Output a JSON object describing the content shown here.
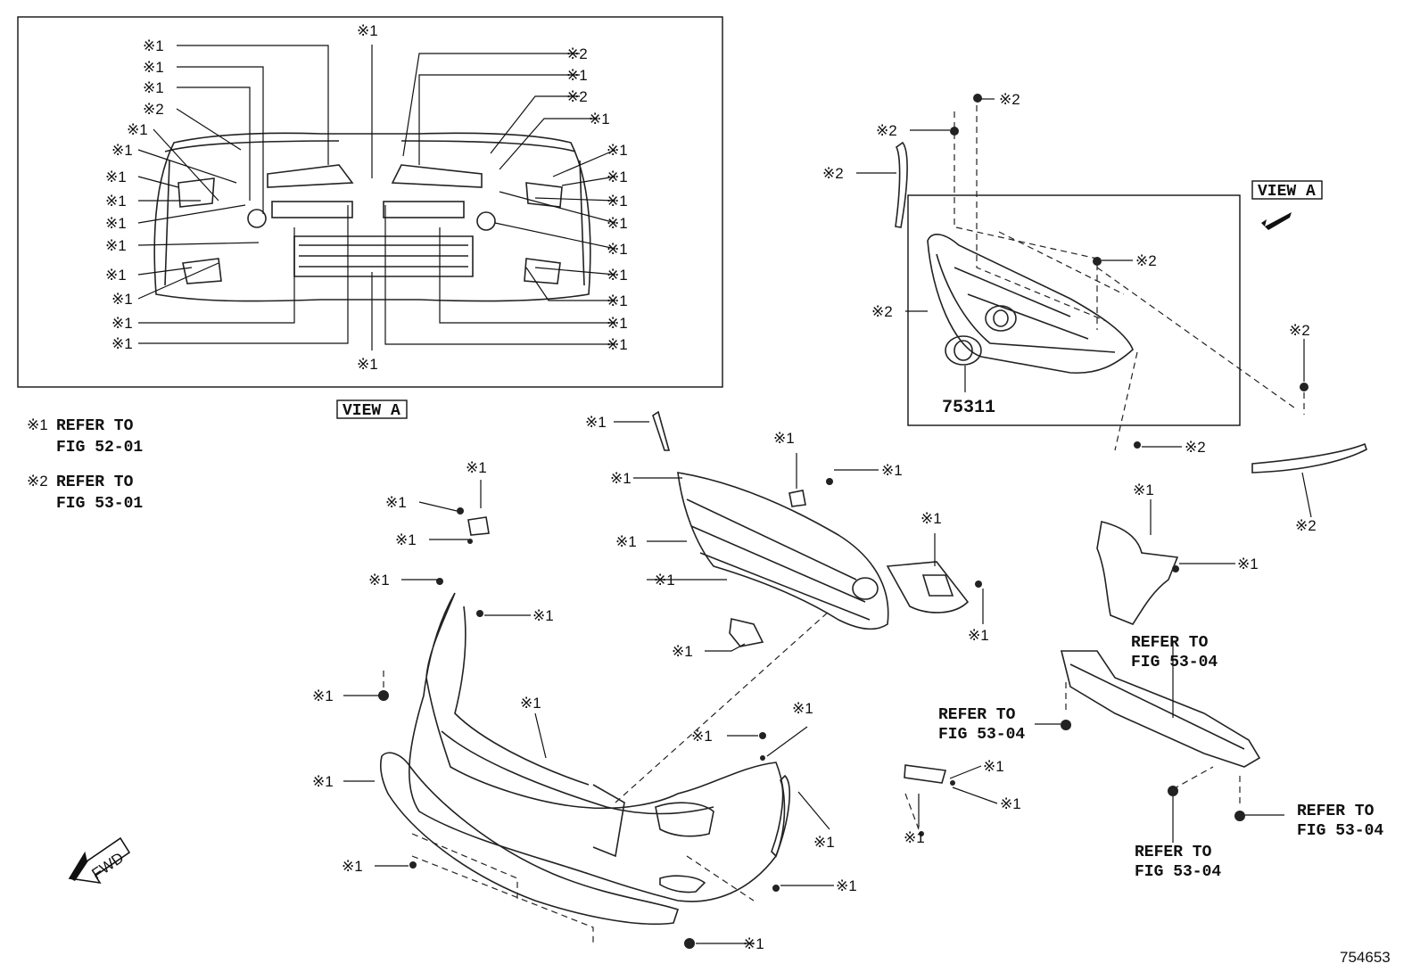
{
  "legend": {
    "note1_mark": "※1",
    "note1_line1": "REFER TO",
    "note1_line2": "FIG 52-01",
    "note2_mark": "※2",
    "note2_line1": "REFER TO",
    "note2_line2": "FIG 53-01"
  },
  "view_a_label": "VIEW A",
  "part_number": "75311",
  "diagram_id": "754653",
  "fwd_label": "FWD",
  "refer_fig_line1": "REFER TO",
  "refer_fig_line2": "FIG 53-04",
  "inset_left_labels": [
    "※1",
    "※1",
    "※1",
    "※2",
    "※1",
    "※1",
    "※1",
    "※1",
    "※1",
    "※1",
    "※1",
    "※1",
    "※1",
    "※1"
  ],
  "inset_right_labels": [
    "※2",
    "※1",
    "※2",
    "※1",
    "※1",
    "※1",
    "※1",
    "※1",
    "※1",
    "※1",
    "※1",
    "※1",
    "※1"
  ],
  "inset_top_label": "※1",
  "inset_bottom_label": "※1",
  "main_labels": [
    "※2",
    "※2",
    "※2",
    "※2",
    "※2",
    "※2",
    "※2",
    "※2",
    "※1",
    "※1",
    "※1",
    "※1",
    "※1",
    "※1",
    "※1",
    "※1",
    "※1",
    "※1",
    "※1",
    "※1",
    "※1",
    "※1",
    "※1",
    "※1",
    "※1",
    "※1",
    "※1",
    "※1",
    "※1",
    "※1",
    "※1",
    "※1",
    "※1",
    "※1",
    "※1",
    "※1",
    "※1"
  ]
}
